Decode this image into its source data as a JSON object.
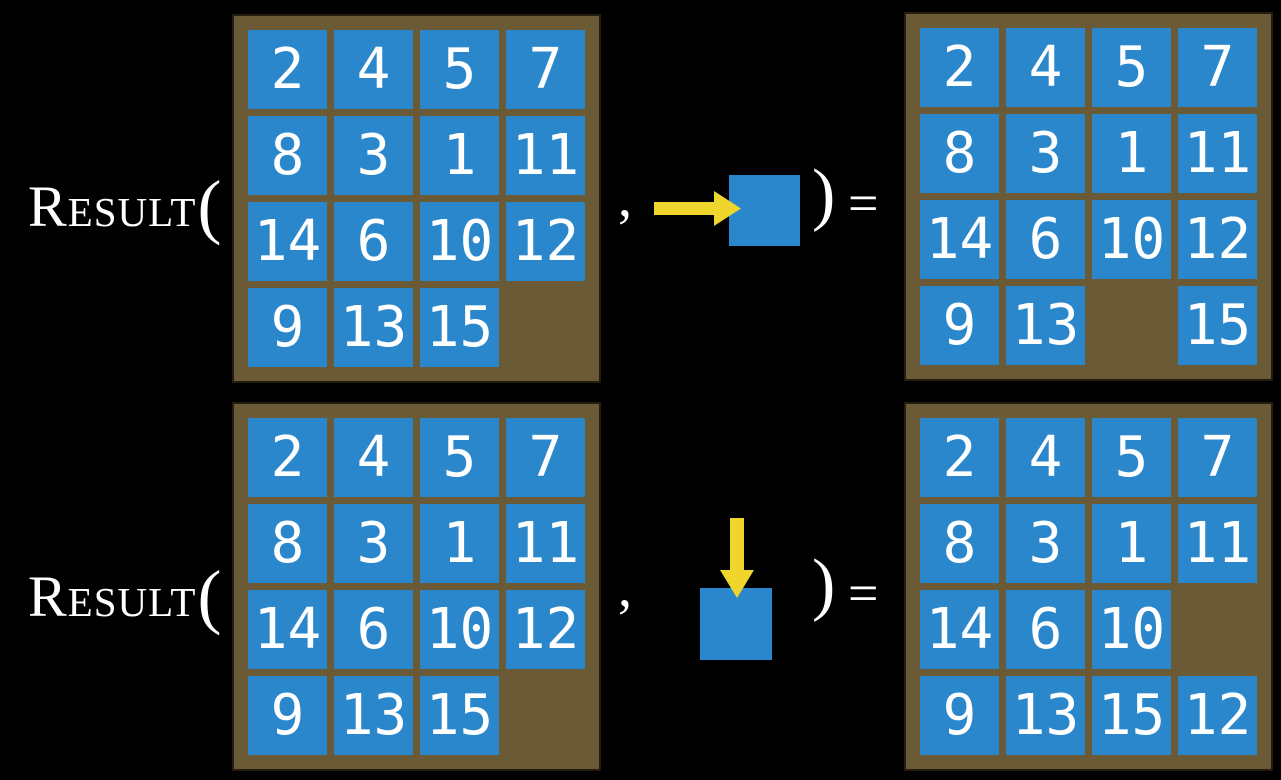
{
  "title": "15-puzzle RESULT function examples",
  "colors": {
    "background": "#000000",
    "frame": "#6a5a35",
    "frame_border": "#241c0e",
    "tile": "#2b87cb",
    "tile_text": "#ffffff",
    "arrow": "#f0d62c",
    "text": "#ffffff"
  },
  "expressions": [
    {
      "name": "Result",
      "open_paren": "(",
      "comma": ",",
      "close_paren": ")",
      "equals": "=",
      "action": {
        "direction": "right",
        "icon": "arrow-right-icon"
      },
      "before": [
        [
          "2",
          "4",
          "5",
          "7"
        ],
        [
          "8",
          "3",
          "1",
          "11"
        ],
        [
          "14",
          "6",
          "10",
          "12"
        ],
        [
          "9",
          "13",
          "15",
          ""
        ]
      ],
      "after": [
        [
          "2",
          "4",
          "5",
          "7"
        ],
        [
          "8",
          "3",
          "1",
          "11"
        ],
        [
          "14",
          "6",
          "10",
          "12"
        ],
        [
          "9",
          "13",
          "",
          "15"
        ]
      ]
    },
    {
      "name": "Result",
      "open_paren": "(",
      "comma": ",",
      "close_paren": ")",
      "equals": "=",
      "action": {
        "direction": "down",
        "icon": "arrow-down-icon"
      },
      "before": [
        [
          "2",
          "4",
          "5",
          "7"
        ],
        [
          "8",
          "3",
          "1",
          "11"
        ],
        [
          "14",
          "6",
          "10",
          "12"
        ],
        [
          "9",
          "13",
          "15",
          ""
        ]
      ],
      "after": [
        [
          "2",
          "4",
          "5",
          "7"
        ],
        [
          "8",
          "3",
          "1",
          "11"
        ],
        [
          "14",
          "6",
          "10",
          ""
        ],
        [
          "9",
          "13",
          "15",
          "12"
        ]
      ]
    }
  ]
}
